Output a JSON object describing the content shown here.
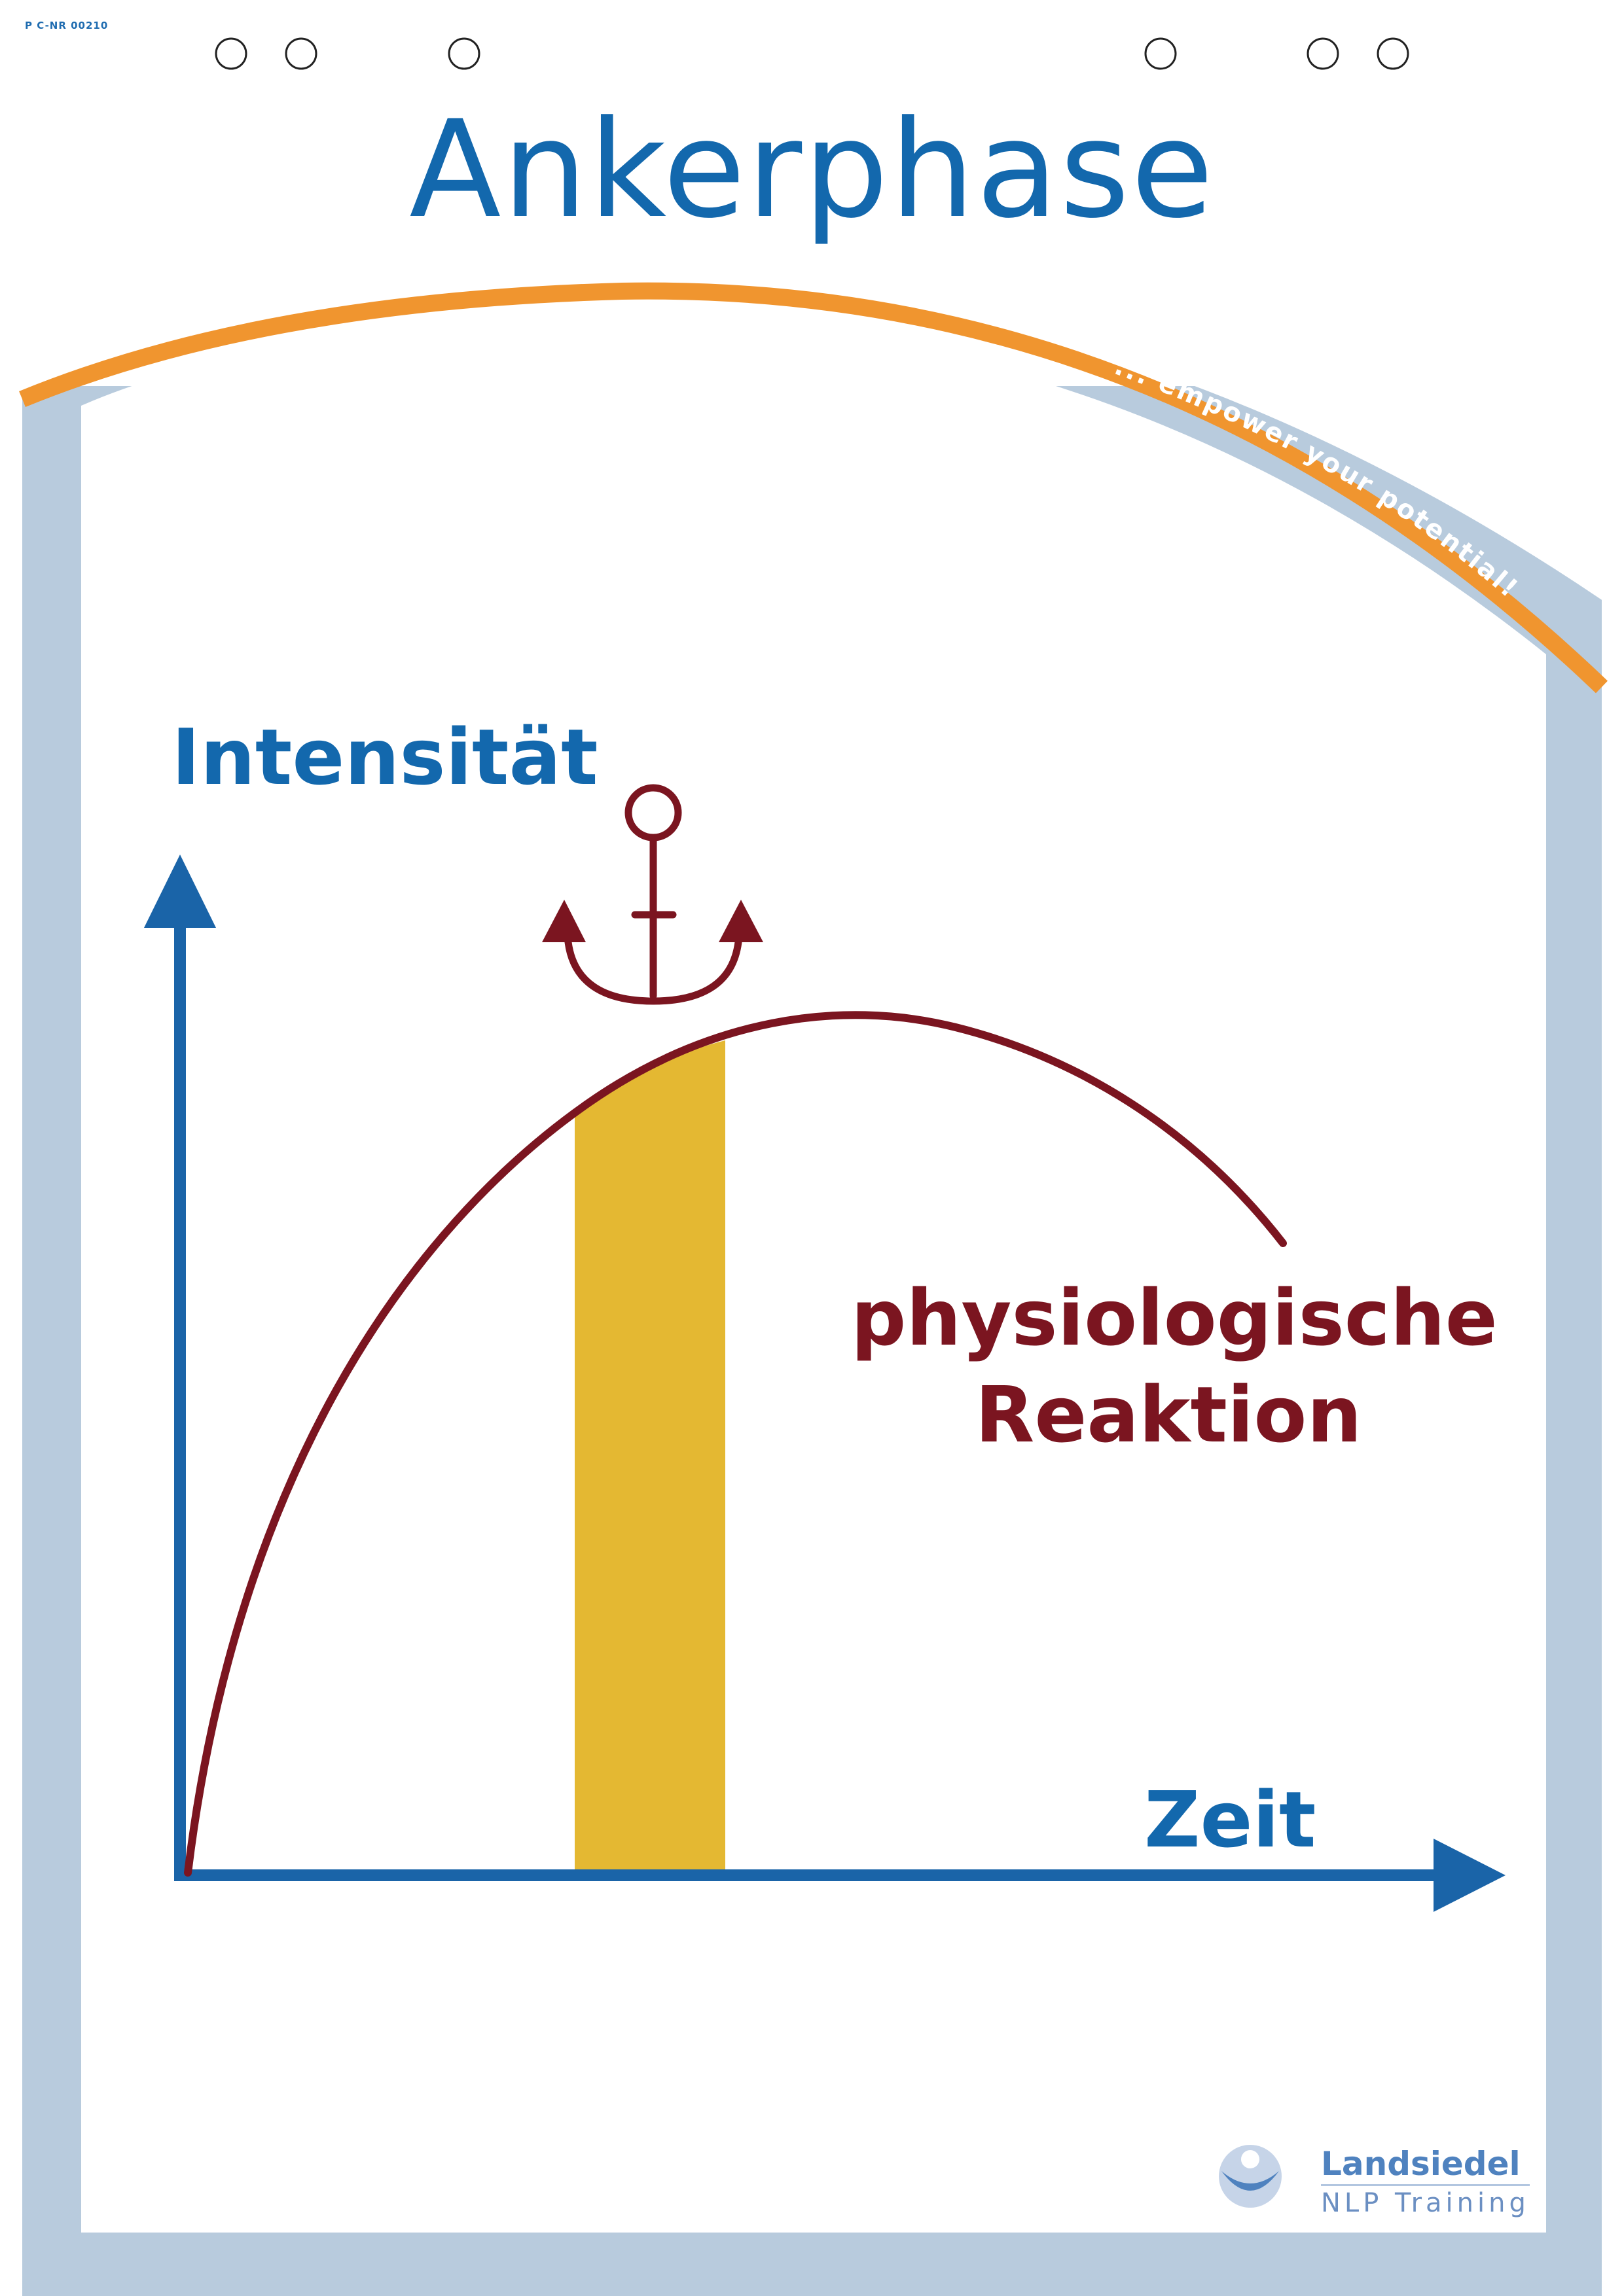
{
  "document": {
    "code": "P C-NR 00210",
    "title": "Ankerphase",
    "slogan": "... empower your potential!"
  },
  "diagram": {
    "y_axis_label": "Intensität",
    "x_axis_label": "Zeit",
    "curve_label_line1": "physiologische",
    "curve_label_line2": "Reaktion",
    "highlight_band": "anchoring window near curve peak",
    "anchor_symbol": "anchor-icon"
  },
  "brand": {
    "name": "Landsiedel",
    "subtitle": "NLP Training",
    "logo": "landsiedel-logo-icon"
  },
  "colors": {
    "title_blue": "#1368ad",
    "axis_blue": "#1a64a8",
    "curve_red": "#7b1520",
    "band_yellow": "#e4b832",
    "frame_grey_blue": "#b8cbdd",
    "arc_orange": "#f0952f"
  }
}
